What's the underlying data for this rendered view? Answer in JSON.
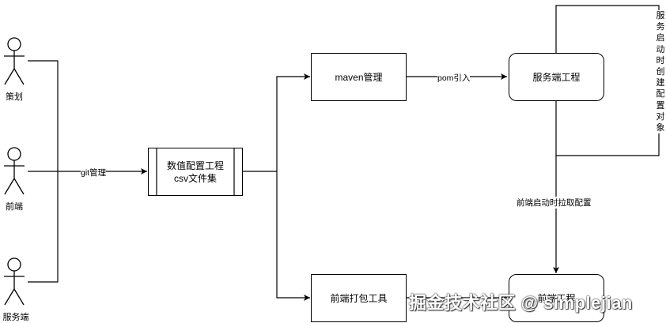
{
  "actors": [
    {
      "label": "策划"
    },
    {
      "label": "前端"
    },
    {
      "label": "服务端"
    }
  ],
  "nodes": {
    "config_project": {
      "line1": "数值配置工程",
      "line2": "csv文件集"
    },
    "maven": {
      "label": "maven管理"
    },
    "server": {
      "label": "服务端工程"
    },
    "packer": {
      "label": "前端打包工具"
    },
    "frontend": {
      "label": "前端工程"
    }
  },
  "edges": {
    "git": "git管理",
    "pom": "pom引入",
    "frontend_pull": "前端启动时拉取配置",
    "server_create": "服务启动时创建配置对象"
  },
  "watermark": "掘金技术社区 @ simplejian"
}
